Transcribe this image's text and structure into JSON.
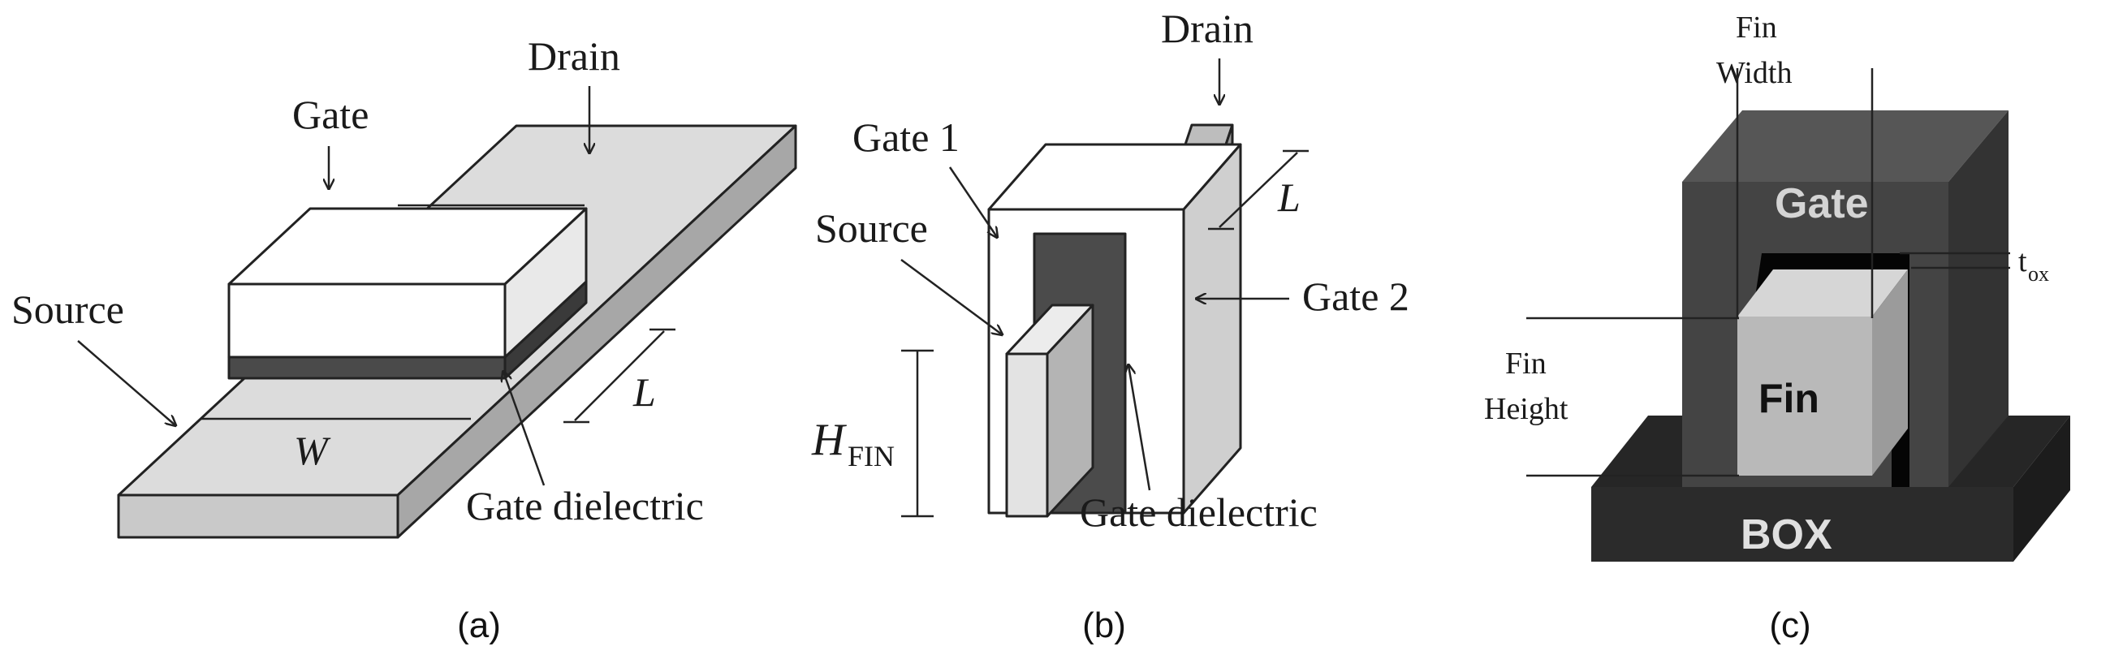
{
  "panel_a": {
    "caption": "(a)",
    "labels": {
      "gate": "Gate",
      "drain": "Drain",
      "source": "Source",
      "length": "L",
      "width": "W",
      "gate_dielectric": "Gate dielectric"
    }
  },
  "panel_b": {
    "caption": "(b)",
    "labels": {
      "drain": "Drain",
      "gate1": "Gate 1",
      "source": "Source",
      "length": "L",
      "gate2": "Gate 2",
      "h_fin_main": "H",
      "h_fin_sub": "FIN",
      "gate_dielectric": "Gate dielectric"
    }
  },
  "panel_c": {
    "caption": "(c)",
    "labels": {
      "fin_width_line1": "Fin",
      "fin_width_line2": "Width",
      "gate": "Gate",
      "tox_main": "t",
      "tox_sub": "ox",
      "fin_height_line1": "Fin",
      "fin_height_line2": "Height",
      "fin": "Fin",
      "box": "BOX"
    }
  }
}
